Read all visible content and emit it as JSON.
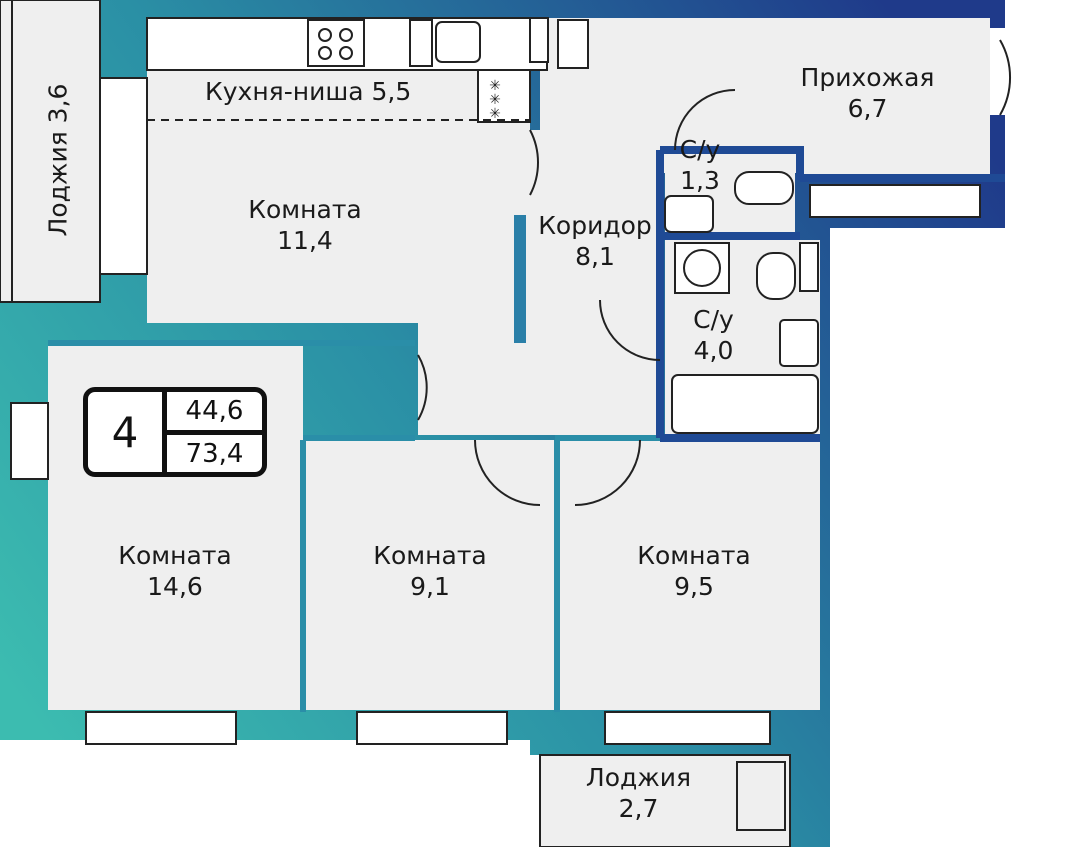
{
  "plan": {
    "rooms": [
      {
        "id": "kitchen-niche",
        "name": "Кухня-ниша",
        "area": "5,5",
        "inline": true
      },
      {
        "id": "room-11-4",
        "name": "Комната",
        "area": "11,4"
      },
      {
        "id": "hallway",
        "name": "Прихожая",
        "area": "6,7"
      },
      {
        "id": "wc-small",
        "name": "С/у",
        "area": "1,3"
      },
      {
        "id": "corridor",
        "name": "Коридор",
        "area": "8,1"
      },
      {
        "id": "wc-large",
        "name": "С/у",
        "area": "4,0"
      },
      {
        "id": "room-14-6",
        "name": "Комната",
        "area": "14,6"
      },
      {
        "id": "room-9-1",
        "name": "Комната",
        "area": "9,1"
      },
      {
        "id": "room-9-5",
        "name": "Комната",
        "area": "9,5"
      },
      {
        "id": "loggia-bottom",
        "name": "Лоджия",
        "area": "2,7"
      }
    ],
    "loggia_side": "Лоджия 3,6",
    "summary": {
      "rooms_count": "4",
      "living_area": "44,6",
      "total_area": "73,4"
    },
    "colors": {
      "wall_start": "#3cbcb0",
      "wall_end": "#1f3f8c",
      "floor": "#efefef",
      "fixture": "#ffffff",
      "line": "#222222"
    }
  }
}
